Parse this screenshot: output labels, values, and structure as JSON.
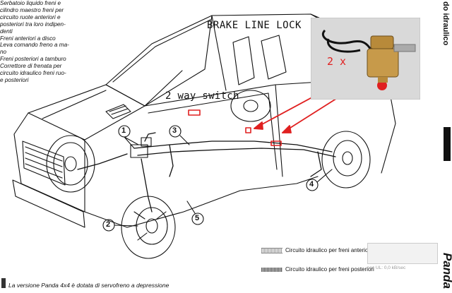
{
  "legend_lines": [
    "Serbatoio liquido freni e",
    "cilindro maestro freni per",
    "circuito ruote anteriori e",
    "posteriori tra loro indipen-",
    "denti",
    "Freni anteriori a disco",
    "Leva comando freno a ma-",
    "no",
    "Freni posteriori a tamburo",
    "Correttore di frenata per",
    "circuito idraulico freni ruo-",
    "e posteriori"
  ],
  "side_title": "do idraulico",
  "side_brand": "Panda",
  "brake_line_lock_label": "BRAKE LINE LOCK",
  "switch_label": "2 way switch",
  "photo_count_label": "2 x",
  "callouts": [
    "1",
    "2",
    "3",
    "4",
    "5"
  ],
  "legend_front": "Circuito idraulico per freni anteriori",
  "legend_rear": "Circuito idraulico per freni posteriori",
  "status_overlay": "sec  UL: 0,0 kB/sec",
  "footer_note": "La versione Panda 4x4 è dotata di servofreno a depressione",
  "colors": {
    "accent_red": "#e02020",
    "line": "#111111"
  }
}
